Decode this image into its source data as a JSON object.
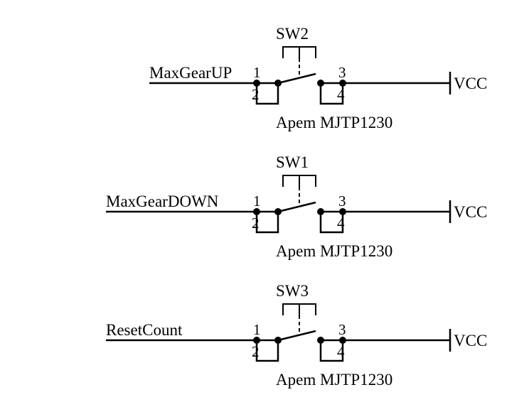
{
  "switches": [
    {
      "designator": "SW2",
      "net": "MaxGearUP",
      "part": "Apem MJTP1230",
      "pins": [
        "1",
        "2",
        "3",
        "4"
      ],
      "power": "VCC"
    },
    {
      "designator": "SW1",
      "net": "MaxGearDOWN",
      "part": "Apem MJTP1230",
      "pins": [
        "1",
        "2",
        "3",
        "4"
      ],
      "power": "VCC"
    },
    {
      "designator": "SW3",
      "net": "ResetCount",
      "part": "Apem MJTP1230",
      "pins": [
        "1",
        "2",
        "3",
        "4"
      ],
      "power": "VCC"
    }
  ]
}
